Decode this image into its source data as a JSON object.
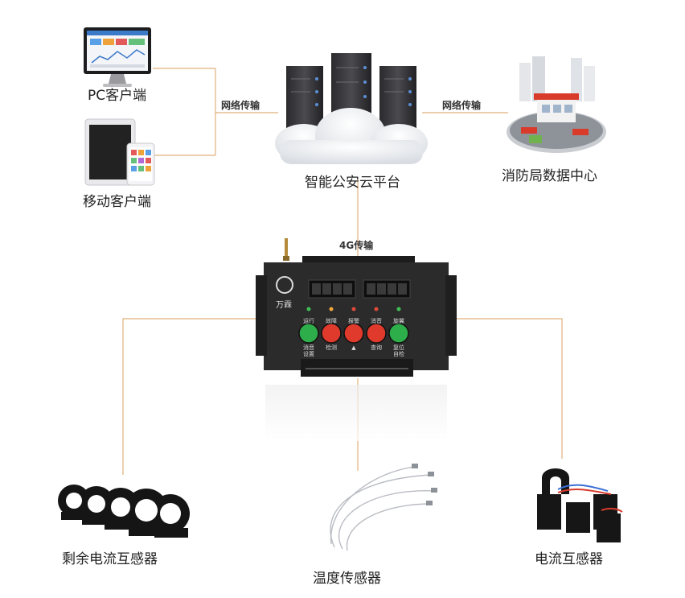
{
  "nodes": {
    "pc_client": "PC客户端",
    "mobile_client": "移动客户端",
    "cloud_platform": "智能公安云平台",
    "fire_center": "消防局数据中心",
    "residual_sensor": "剩余电流互感器",
    "temp_sensor": "温度传感器",
    "current_sensor": "电流互感器"
  },
  "links": {
    "net_left": "网络传输",
    "net_right": "网络传输",
    "cellular": "4G传输"
  },
  "device": {
    "brand": "万霖",
    "indicators": [
      "运行",
      "故障",
      "报警",
      "消音",
      "旋翼"
    ],
    "button_labels": [
      "消音\n设置",
      "检测",
      "▲",
      "查询",
      "复位\n自检"
    ]
  },
  "colors": {
    "line": "#e0b07a",
    "button_green": "#2eae4a",
    "button_red": "#e03a2c",
    "device_body": "#2b2b2b"
  }
}
